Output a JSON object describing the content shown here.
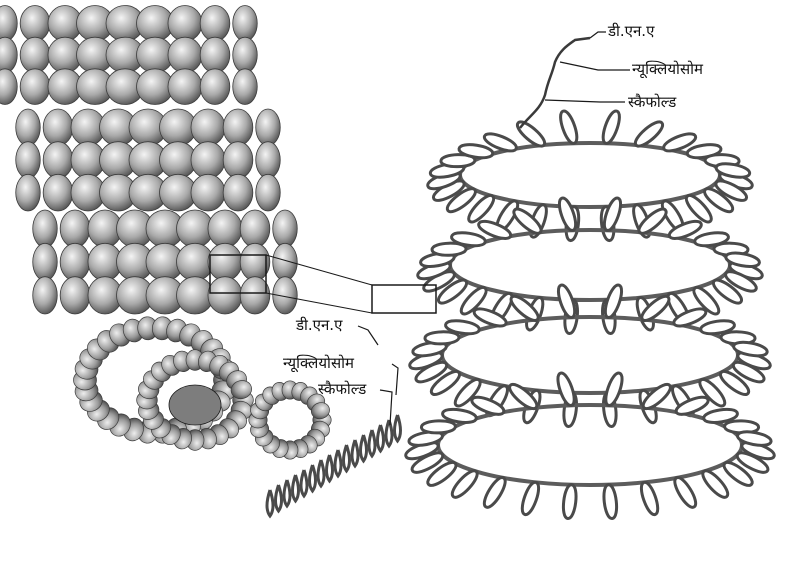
{
  "figure": {
    "ink_color": "#1a1a1a",
    "sphere_colors": {
      "light": "#f4f4f4",
      "mid": "#a9a9a9",
      "dark": "#4d4d4d"
    },
    "loop_color": "#4a4a4a",
    "labels_right": {
      "dna": "डी.एन.ए",
      "nucleosome": "न्यूक्लियोसोम",
      "scaffold": "स्कैफोल्ड"
    },
    "labels_left": {
      "dna": "डी.एन.ए",
      "nucleosome": "न्यूक्लियोसोम",
      "scaffold": "स्कैफोल्ड"
    }
  }
}
